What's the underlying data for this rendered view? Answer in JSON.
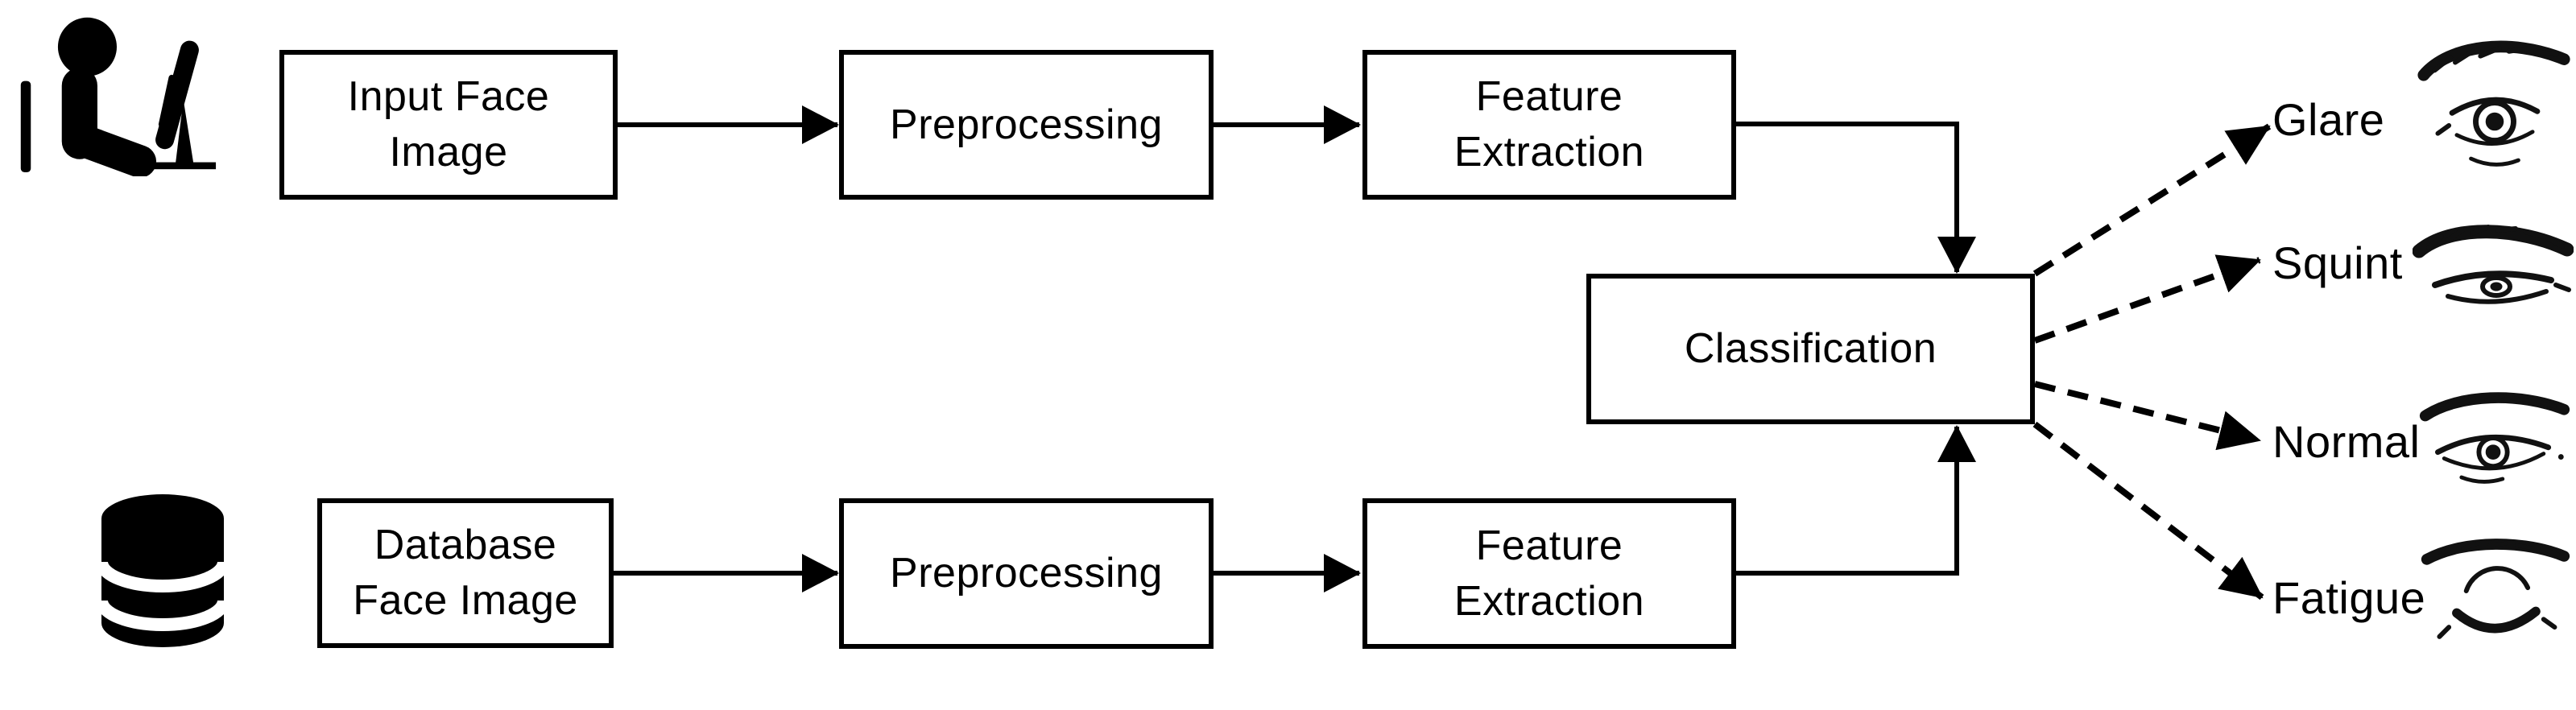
{
  "colors": {
    "ink": "#000000",
    "background": "#ffffff"
  },
  "nodes": {
    "input": {
      "label": "Input Face\nImage"
    },
    "preprocessing_top": {
      "label": "Preprocessing"
    },
    "feature_extraction_top": {
      "label": "Feature\nExtraction"
    },
    "classification": {
      "label": "Classification"
    },
    "database": {
      "label": "Database\nFace Image"
    },
    "preprocessing_bottom": {
      "label": "Preprocessing"
    },
    "feature_extraction_bottom": {
      "label": "Feature\nExtraction"
    }
  },
  "outputs": [
    {
      "label": "Glare"
    },
    {
      "label": "Squint"
    },
    {
      "label": "Normal"
    },
    {
      "label": "Fatigue"
    }
  ],
  "icons": {
    "source_top": "person-at-computer-icon",
    "source_bottom": "database-icon",
    "output_images": [
      "glare-eye-image",
      "squint-eye-image",
      "normal-eye-image",
      "fatigue-eye-image"
    ]
  }
}
